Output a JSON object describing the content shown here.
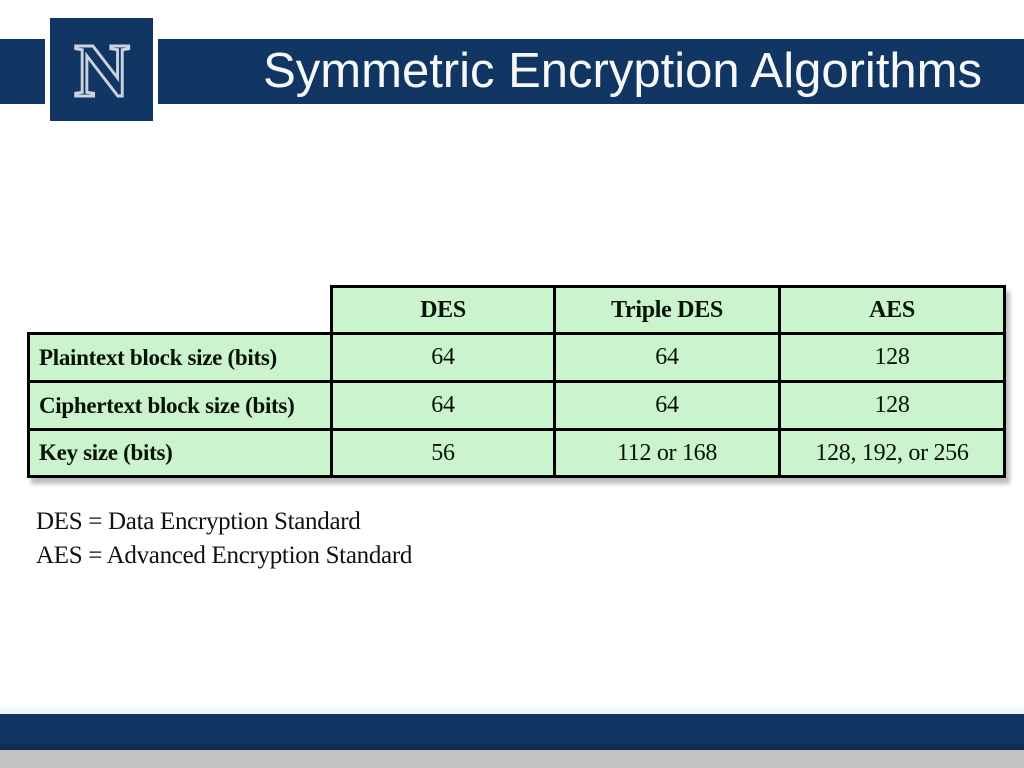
{
  "slide": {
    "title": "Symmetric Encryption Algorithms",
    "logo_letter": "N"
  },
  "table": {
    "columns": [
      "DES",
      "Triple DES",
      "AES"
    ],
    "rows": [
      {
        "label": "Plaintext block size (bits)",
        "values": [
          "64",
          "64",
          "128"
        ]
      },
      {
        "label": "Ciphertext block size (bits)",
        "values": [
          "64",
          "64",
          "128"
        ]
      },
      {
        "label": "Key size (bits)",
        "values": [
          "56",
          "112 or 168",
          "128, 192, or 256"
        ]
      }
    ]
  },
  "footnotes": {
    "line1": "DES = Data Encryption Standard",
    "line2": "AES = Advanced Encryption Standard"
  },
  "colors": {
    "navy": "#113663",
    "navy_dark_strip": "#0f2c52",
    "cell_green": "#cbf3cd",
    "bottom_gray": "#c2c2c2",
    "title_text": "#f7f8fa",
    "table_border": "#000000"
  }
}
